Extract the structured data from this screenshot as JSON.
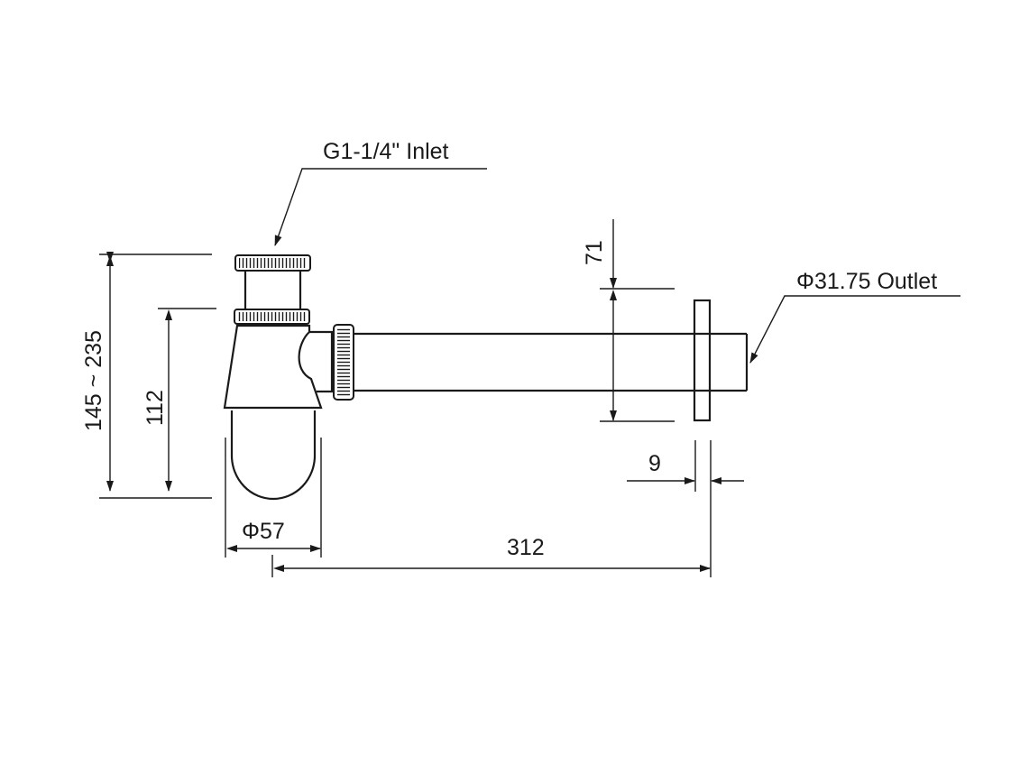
{
  "drawing": {
    "inlet_label": "G1-1/4\" Inlet",
    "outlet_label": "Φ31.75 Outlet",
    "dimensions": {
      "total_height": "145 ~ 235",
      "trap_height": "112",
      "trap_diameter": "Φ57",
      "length": "312",
      "flange_thickness": "9",
      "pipe_offset": "71"
    }
  }
}
